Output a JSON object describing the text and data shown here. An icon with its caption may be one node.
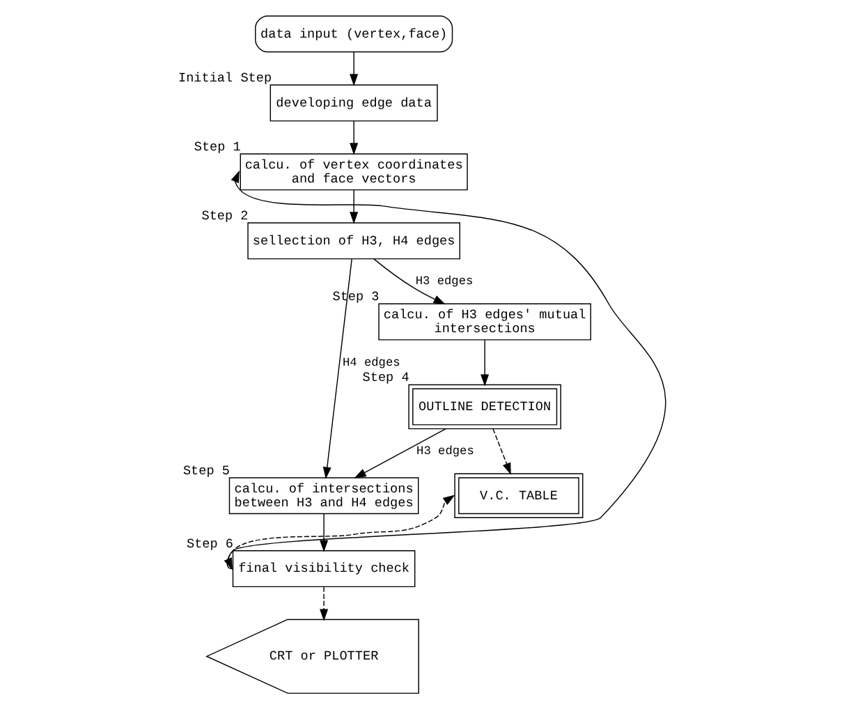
{
  "diagram": {
    "nodes": [
      {
        "text": [
          "data input (vertex,face)"
        ]
      },
      {
        "text": [
          "developing edge data"
        ],
        "beside": [
          "Initial Step"
        ]
      },
      {
        "text": [
          "calcu. of vertex coordinates and face vectors"
        ],
        "beside": [
          "Step 1"
        ]
      },
      {
        "text": [
          "sellection of H3, H4 edges"
        ],
        "beside": [
          "Step 2"
        ]
      },
      {
        "text": [
          "calcu. of H3 edges' mutual intersections"
        ],
        "beside": [
          "Step 3"
        ]
      },
      {
        "text": [
          "OUTLINE DETECTION"
        ],
        "beside": [
          "Step 4"
        ]
      },
      {
        "text": [
          "calcu. of intersections between H3 and H4 edges"
        ],
        "beside": [
          "Step 5"
        ]
      },
      {
        "text": [
          "V.C. TABLE"
        ]
      },
      {
        "text": [
          "final visibility check"
        ],
        "beside": [
          "Step 6"
        ]
      },
      {
        "text": [
          "CRT or PLOTTER"
        ]
      }
    ],
    "edges": [
      {
        "from": 0,
        "to": 1,
        "arrow": "to"
      },
      {
        "from": 1,
        "to": 2,
        "arrow": "to"
      },
      {
        "from": 2,
        "to": 3,
        "arrow": "to"
      },
      {
        "from": 3,
        "to": 4,
        "arrow": "to",
        "label": "H3 edges"
      },
      {
        "from": 3,
        "to": 6,
        "arrow": "to",
        "label": "H4 edges"
      },
      {
        "from": 4,
        "to": 5,
        "arrow": "to"
      },
      {
        "from": 5,
        "to": 6,
        "arrow": "to",
        "label": "H3 edges"
      },
      {
        "from": 5,
        "to": 7,
        "arrow": "to",
        "style": "dashed"
      },
      {
        "from": 6,
        "to": 8,
        "arrow": "to"
      },
      {
        "from": 8,
        "to": 7,
        "arrow": "both",
        "style": "dashed"
      },
      {
        "from": 8,
        "to": 9,
        "arrow": "to",
        "style": "dashed"
      },
      {
        "from": 8,
        "to": 2,
        "arrow": "to"
      }
    ]
  }
}
